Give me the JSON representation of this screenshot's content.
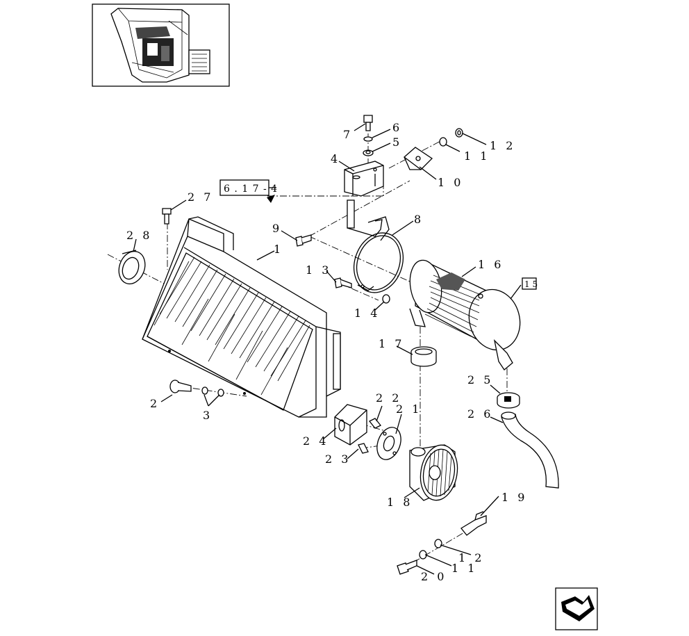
{
  "reference_box": {
    "label": "6 . 1 7 - 4"
  },
  "callouts": [
    {
      "id": "c1",
      "text": "1"
    },
    {
      "id": "c2",
      "text": "2"
    },
    {
      "id": "c3",
      "text": "3"
    },
    {
      "id": "c4",
      "text": "4"
    },
    {
      "id": "c5",
      "text": "5"
    },
    {
      "id": "c6",
      "text": "6"
    },
    {
      "id": "c7",
      "text": "7"
    },
    {
      "id": "c8",
      "text": "8"
    },
    {
      "id": "c9",
      "text": "9"
    },
    {
      "id": "c10",
      "text": "1 0"
    },
    {
      "id": "c11a",
      "text": "1 1"
    },
    {
      "id": "c12a",
      "text": "1 2"
    },
    {
      "id": "c13",
      "text": "1 3"
    },
    {
      "id": "c14",
      "text": "1 4"
    },
    {
      "id": "c15",
      "text": "1 5"
    },
    {
      "id": "c16",
      "text": "1 6"
    },
    {
      "id": "c17",
      "text": "1 7"
    },
    {
      "id": "c18",
      "text": "1 8"
    },
    {
      "id": "c19",
      "text": "1 9"
    },
    {
      "id": "c20",
      "text": "2 0"
    },
    {
      "id": "c11b",
      "text": "1 1"
    },
    {
      "id": "c12b",
      "text": "1 2"
    },
    {
      "id": "c21",
      "text": "2 1"
    },
    {
      "id": "c22",
      "text": "2 2"
    },
    {
      "id": "c23",
      "text": "2 3"
    },
    {
      "id": "c24",
      "text": "2 4"
    },
    {
      "id": "c25",
      "text": "2 5"
    },
    {
      "id": "c26",
      "text": "2 6"
    },
    {
      "id": "c27",
      "text": "2 7"
    },
    {
      "id": "c28",
      "text": "2 8"
    }
  ],
  "icons": {
    "thumbnail": "machine-cab-thumbnail-icon",
    "nav": "next-page-arrow-icon"
  }
}
